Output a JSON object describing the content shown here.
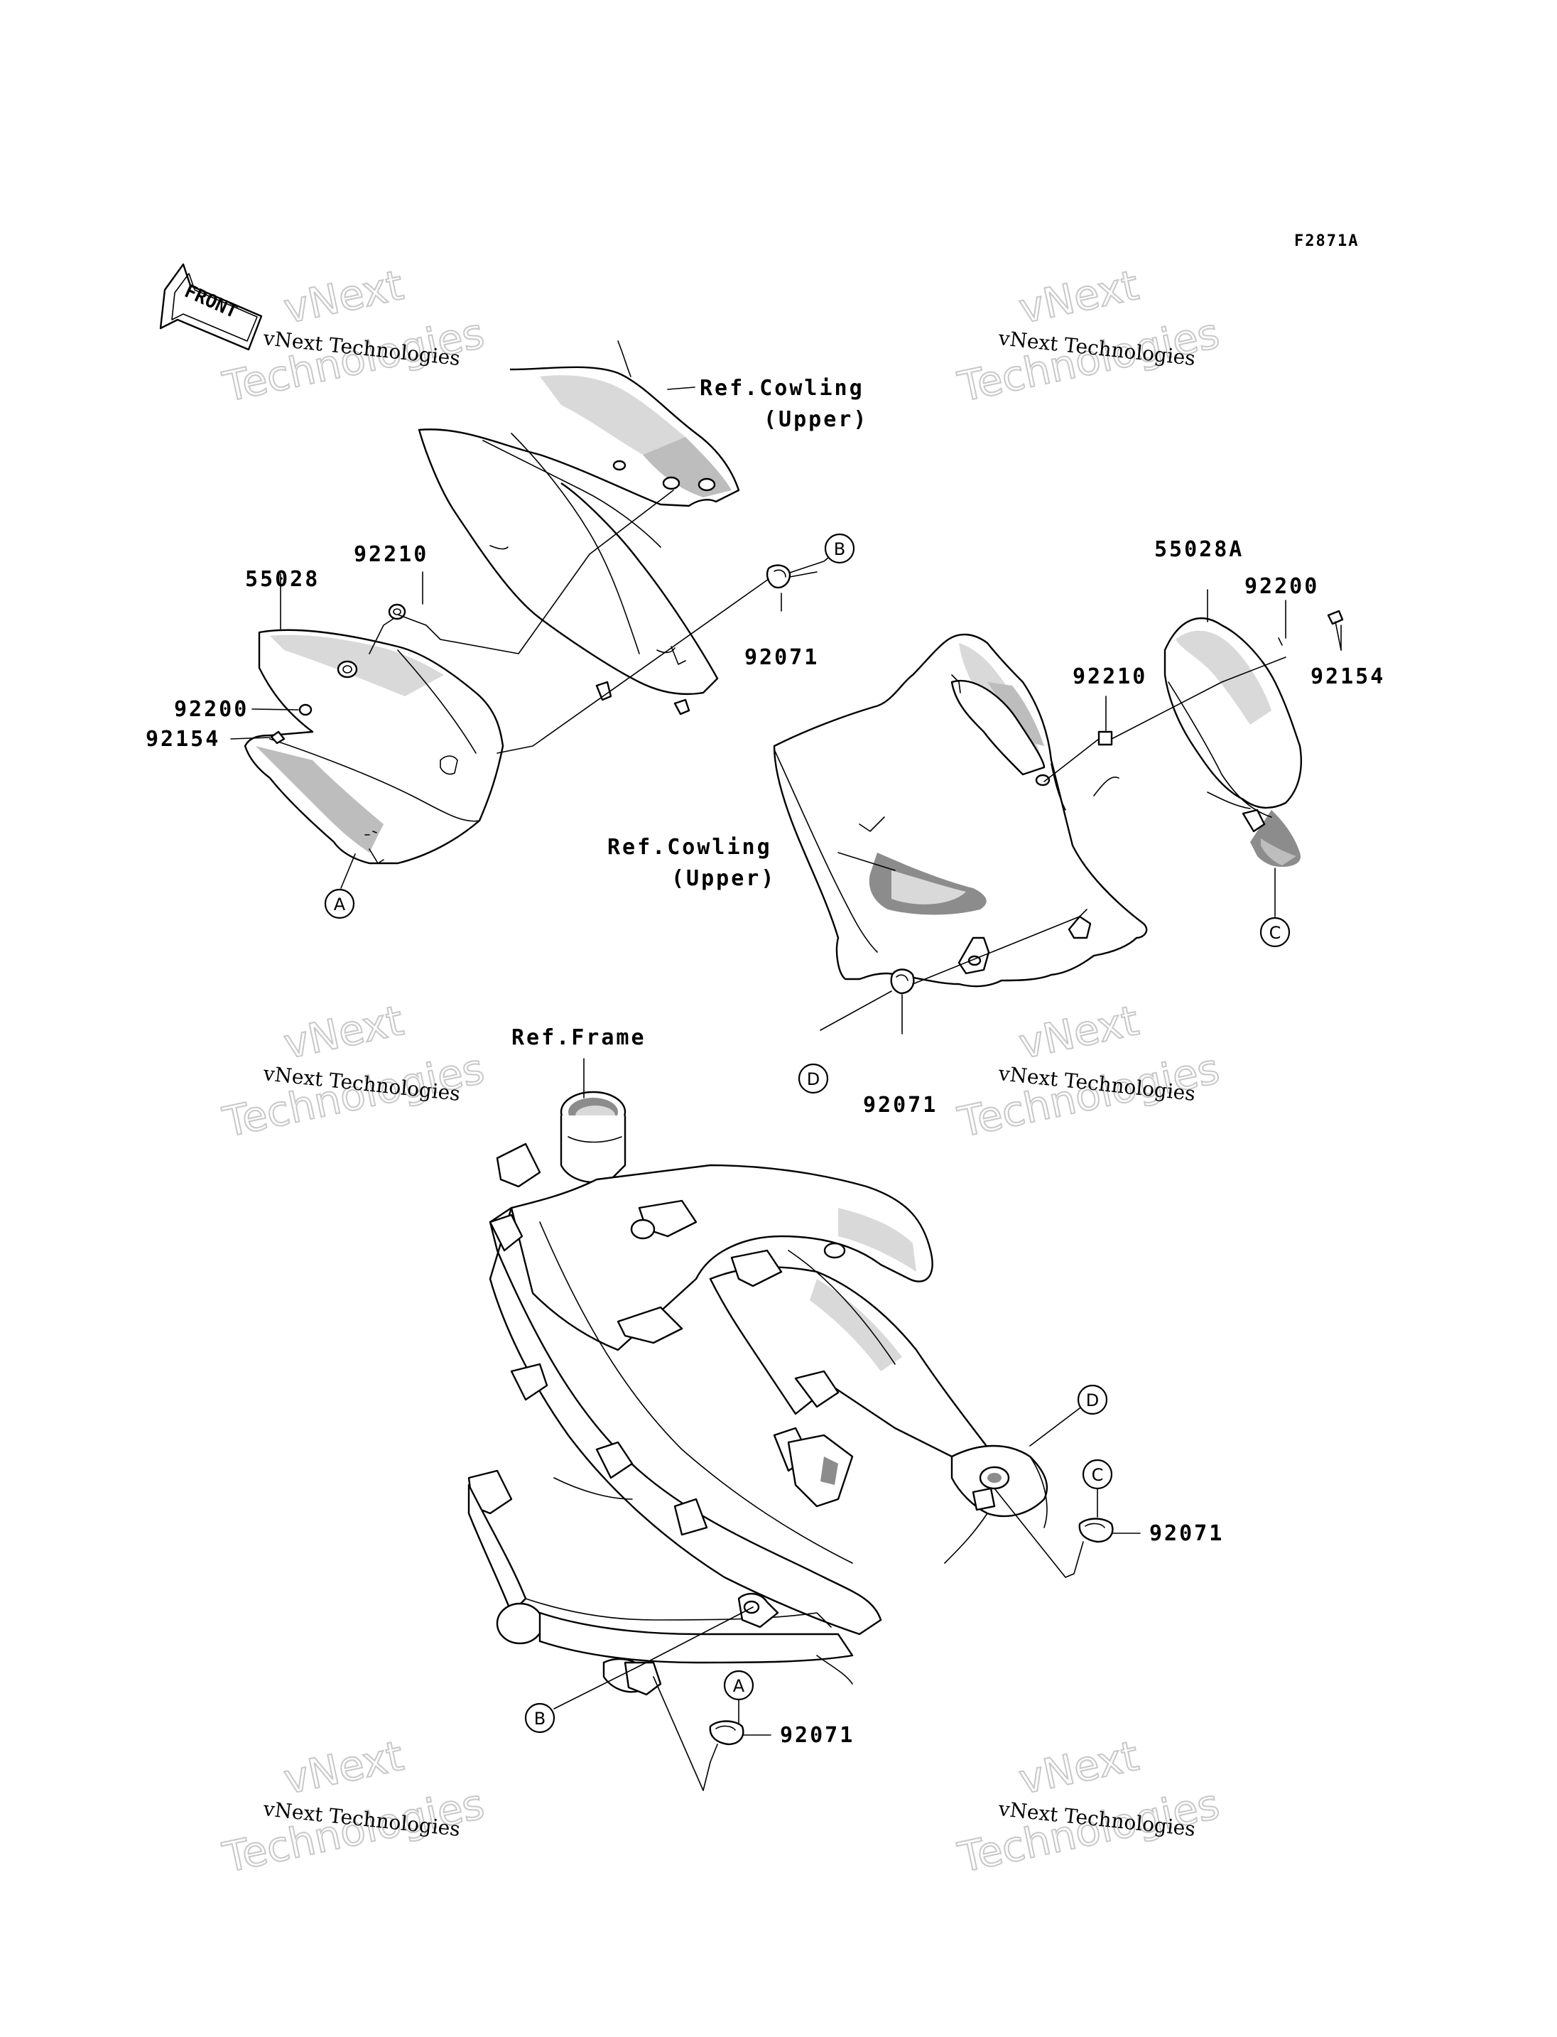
{
  "diagram_code": "F2871A",
  "front_label": "FRONT",
  "watermark": {
    "line1": "vNext Technologies",
    "outline_top": "vNext",
    "outline_bottom": "Technologies"
  },
  "references": {
    "cowling_left": {
      "line1": "Ref.Cowling",
      "line2": "(Upper)"
    },
    "cowling_right": {
      "line1": "Ref.Cowling",
      "line2": "(Upper)"
    },
    "frame": "Ref.Frame"
  },
  "part_numbers": {
    "p55028": "55028",
    "p92210_left": "92210",
    "p92200_left": "92200",
    "p92154_left": "92154",
    "p92071_left": "92071",
    "p55028A": "55028A",
    "p92200_right": "92200",
    "p92210_right": "92210",
    "p92154_right": "92154",
    "p92071_right": "92071",
    "p92071_frame_c": "92071",
    "p92071_frame_a": "92071"
  },
  "connection_markers": {
    "A_left": "A",
    "B_left": "B",
    "C_right": "C",
    "D_right": "D",
    "D_frame": "D",
    "C_frame": "C",
    "B_frame": "B",
    "A_frame": "A"
  }
}
